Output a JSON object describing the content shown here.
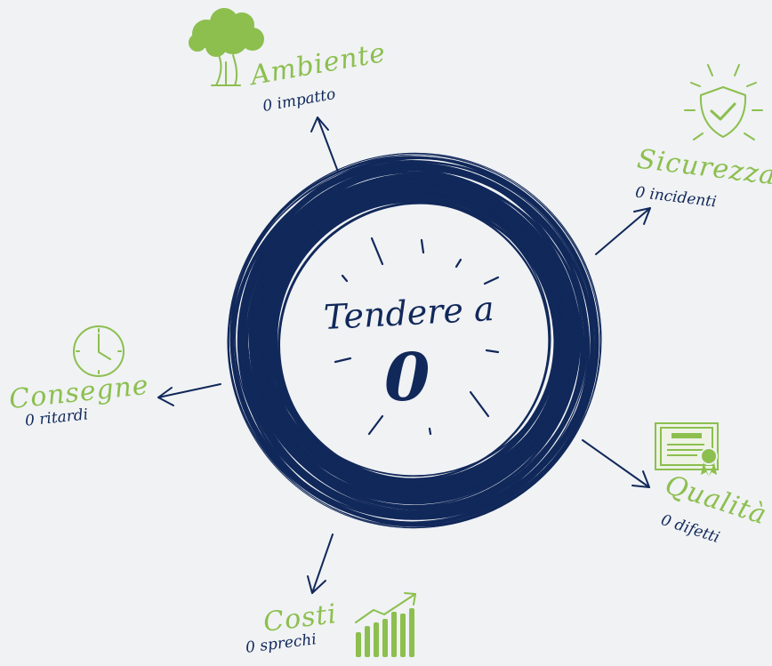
{
  "center": {
    "line1": "Tendere a",
    "line2": "0"
  },
  "goals": [
    {
      "id": "ambiente",
      "title": "Ambiente",
      "subtitle": "0 impatto",
      "icon": "tree-icon"
    },
    {
      "id": "sicurezza",
      "title": "Sicurezza",
      "subtitle": "0 incidenti",
      "icon": "shield-check-icon"
    },
    {
      "id": "consegne",
      "title": "Consegne",
      "subtitle": "0 ritardi",
      "icon": "clock-icon"
    },
    {
      "id": "qualita",
      "title": "Qualità",
      "subtitle": "0 difetti",
      "icon": "certificate-icon"
    },
    {
      "id": "costi",
      "title": "Costi",
      "subtitle": "0 sprechi",
      "icon": "bar-chart-icon"
    }
  ],
  "colors": {
    "navy": "#11285a",
    "green": "#8cbf4e",
    "background": "#f0f2f4"
  }
}
